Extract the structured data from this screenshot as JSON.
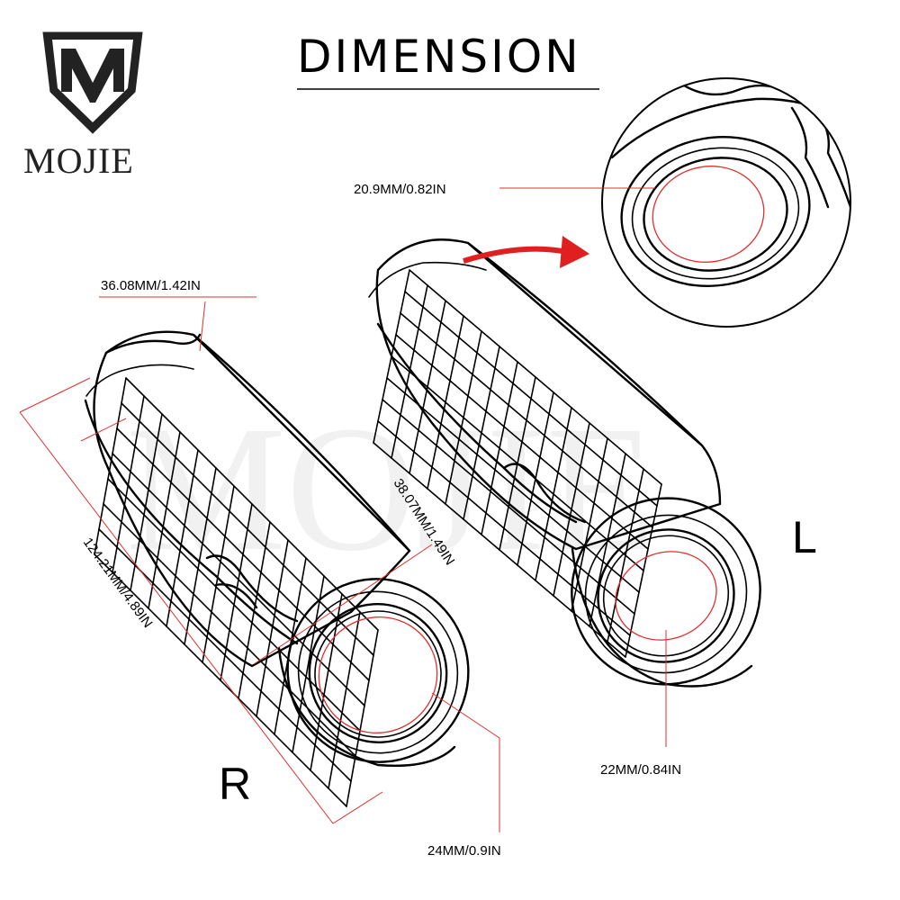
{
  "brand": {
    "name": "MOJIE"
  },
  "title": "DIMENSION",
  "watermark": "MOJIE",
  "labels": {
    "right_grip": "R",
    "left_grip": "L"
  },
  "dimensions": {
    "top_end_outer": "36.08MM/1.42IN",
    "length": "124.21MM/4.89IN",
    "bottom_end_outer": "38.07MM/1.49IN",
    "inner_right": "24MM/0.9IN",
    "inner_left": "22MM/0.84IN",
    "inner_top_detail": "20.9MM/0.82IN"
  },
  "colors": {
    "dimension_lines": "#e03030",
    "arrow": "#e02020",
    "ink": "#000000"
  }
}
